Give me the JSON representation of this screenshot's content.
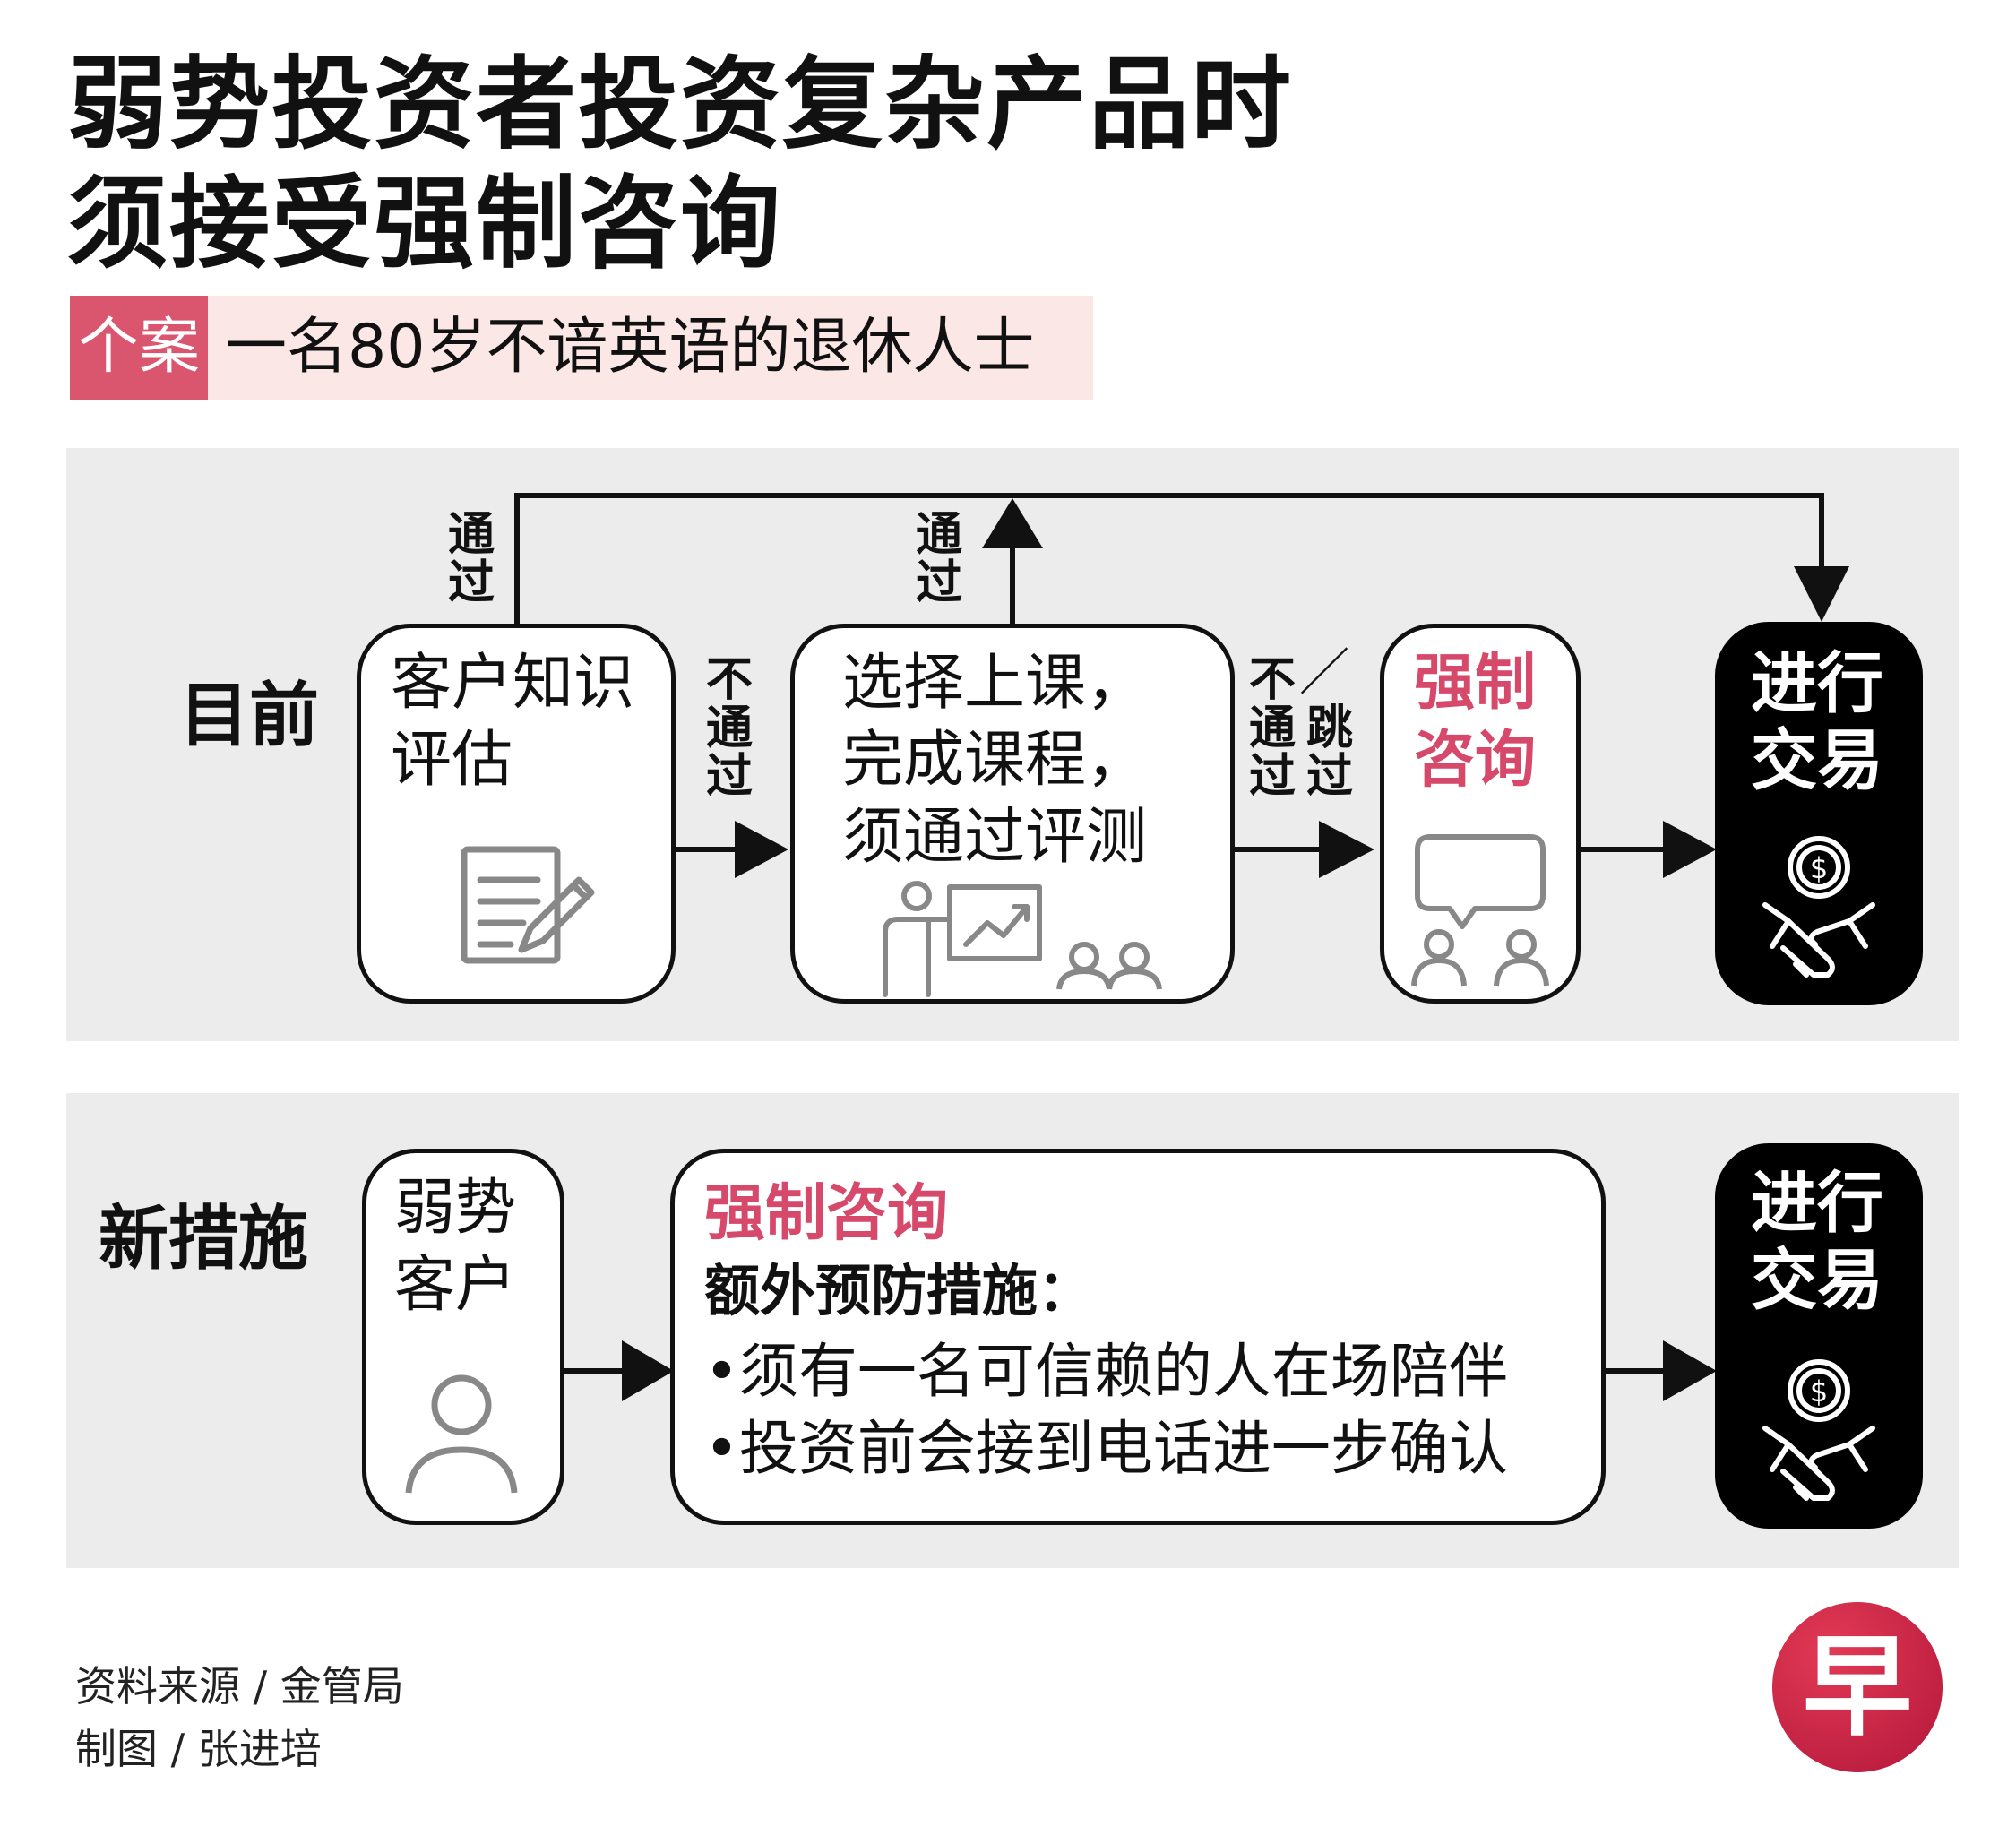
{
  "title": {
    "line1": "弱势投资者投资复杂产品时",
    "line2": "须接受强制咨询"
  },
  "case": {
    "tag": "个案",
    "text": "一名80岁不谙英语的退休人士"
  },
  "current": {
    "label": "目前",
    "step1": {
      "line1": "客户知识",
      "line2": "评估"
    },
    "step2": {
      "line1": "选择上课，",
      "line2": "完成课程，",
      "line3": "须通过评测"
    },
    "step3": {
      "line1": "强制",
      "line2": "咨询"
    },
    "step4": {
      "line1": "进行",
      "line2": "交易"
    },
    "labels": {
      "pass1": [
        "通",
        "过"
      ],
      "pass2": [
        "通",
        "过"
      ],
      "fail1": [
        "不",
        "通",
        "过"
      ],
      "fail2_col1": [
        "不",
        "通",
        "过"
      ],
      "fail2_col2": [
        "跳",
        "过"
      ],
      "slash": "／"
    }
  },
  "new_measure": {
    "label": "新措施",
    "step1": {
      "line1": "弱势",
      "line2": "客户"
    },
    "step2": {
      "heading": "强制咨询",
      "subheading": "额外预防措施：",
      "bullets": [
        "•须有一名可信赖的人在场陪伴",
        "•投资前会接到电话进一步确认"
      ]
    },
    "step3": {
      "line1": "进行",
      "line2": "交易"
    }
  },
  "credits": {
    "source": "资料来源 / 金管局",
    "graphic": "制图 / 张进培"
  },
  "logo": {
    "char": "早"
  },
  "colors": {
    "accent": "#d6496a",
    "panel": "#ececec",
    "tag": "#d9566e",
    "tag_bg": "#fbe7e5",
    "logo": "#c8203f"
  },
  "icons": [
    "document-pencil-icon",
    "teacher-chart-icon",
    "audience-icon",
    "speech-bubble-icon",
    "two-people-icon",
    "dollar-handshake-icon",
    "person-icon"
  ]
}
